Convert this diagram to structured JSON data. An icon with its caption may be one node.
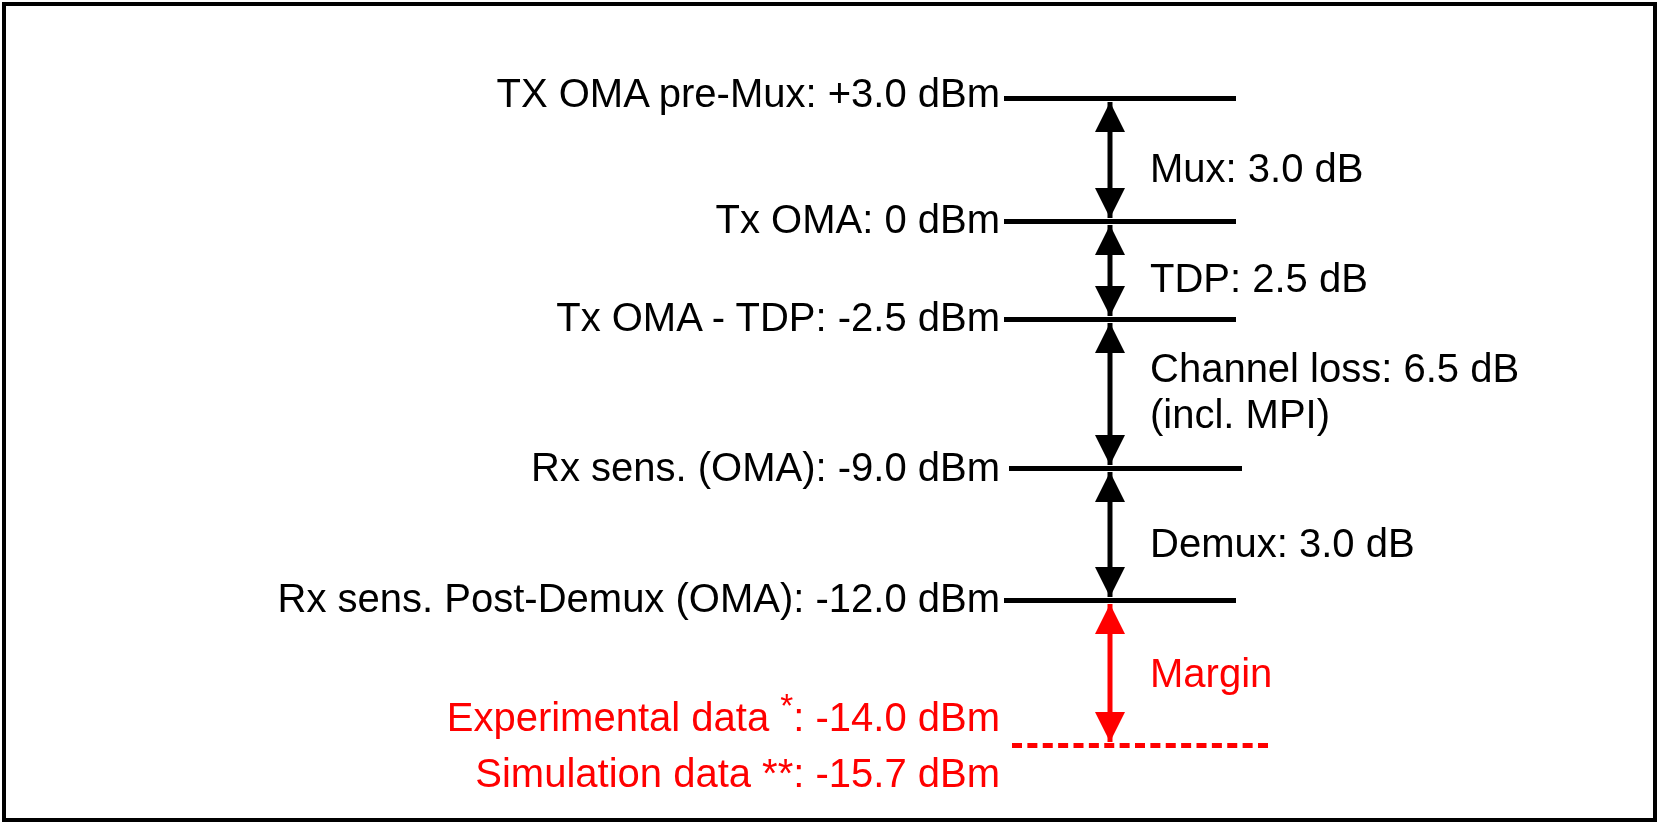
{
  "diagram": {
    "nodes": [
      {
        "text": [],
        "shape": "bar",
        "beside": [
          "TX OMA pre-Mux: +3.0 dBm"
        ]
      },
      {
        "text": [],
        "shape": "bar",
        "beside": [
          "Tx OMA: 0 dBm"
        ]
      },
      {
        "text": [],
        "shape": "bar",
        "beside": [
          "Tx OMA - TDP: -2.5 dBm"
        ]
      },
      {
        "text": [],
        "shape": "bar",
        "beside": [
          "Rx sens. (OMA): -9.0 dBm"
        ]
      },
      {
        "text": [],
        "shape": "bar",
        "beside": [
          "Rx sens. Post-Demux (OMA): -12.0 dBm"
        ]
      },
      {
        "text": [],
        "shape": "bar",
        "beside": [
          "Experimental data $^{*}$: -14.0 dBm",
          "Simulation data **: -15.7 dBm"
        ]
      }
    ],
    "edges": [
      {
        "from": 0,
        "to": 1,
        "arrow": "both",
        "label": "Mux: 3.0 dB"
      },
      {
        "from": 1,
        "to": 2,
        "arrow": "both",
        "label": "TDP: 2.5 dB"
      },
      {
        "from": 2,
        "to": 3,
        "arrow": "both",
        "label": "Channel loss: 6.5 dB (incl. MPI)"
      },
      {
        "from": 3,
        "to": 4,
        "arrow": "both",
        "label": "Demux: 3.0 dB"
      },
      {
        "from": 4,
        "to": 5,
        "arrow": "both",
        "label": "Margin",
        "color": "#ff0000"
      }
    ]
  }
}
